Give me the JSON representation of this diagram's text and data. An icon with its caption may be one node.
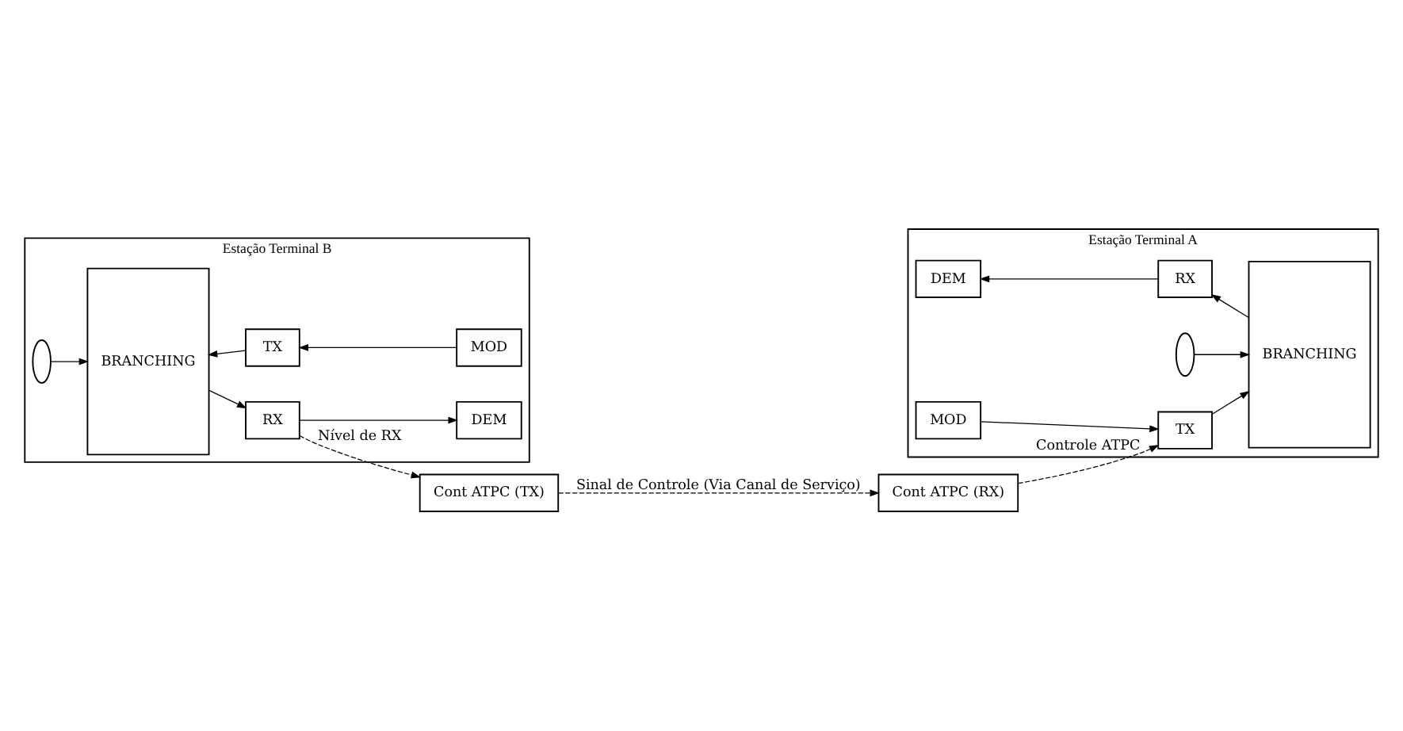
{
  "diagram": {
    "nodes": [
      {
        "text": [
          "Estação Terminal A"
        ]
      },
      {
        "text": [
          "MOD"
        ],
        "in": 0
      },
      {
        "text": [
          "TX"
        ],
        "in": 0
      },
      {
        "text": [
          "BRANCHING"
        ],
        "in": 0
      },
      {
        "text": [],
        "shape": "antenna",
        "in": 0
      },
      {
        "text": [
          "DEM"
        ],
        "in": 0
      },
      {
        "text": [
          "RX"
        ],
        "in": 0
      },
      {
        "text": [
          "Estação Terminal B"
        ]
      },
      {
        "text": [],
        "shape": "antenna",
        "in": 7
      },
      {
        "text": [
          "BRANCHING"
        ],
        "in": 7
      },
      {
        "text": [
          "RX"
        ],
        "in": 7
      },
      {
        "text": [
          "DEM"
        ],
        "in": 7
      },
      {
        "text": [
          "TX"
        ],
        "in": 7
      },
      {
        "text": [
          "MOD"
        ],
        "in": 7
      },
      {
        "text": [
          "Cont ATPC (RX)"
        ]
      },
      {
        "text": [
          "Cont ATPC (TX)"
        ]
      }
    ],
    "edges": [
      {
        "from": 1,
        "to": 2,
        "arrow": "to"
      },
      {
        "from": 2,
        "to": 3,
        "arrow": "to"
      },
      {
        "from": 4,
        "to": 3,
        "arrow": "to"
      },
      {
        "from": 3,
        "to": 6,
        "arrow": "to"
      },
      {
        "from": 6,
        "to": 5,
        "arrow": "to"
      },
      {
        "from": 14,
        "to": 2,
        "arrow": "to",
        "style": "dashed",
        "label": "Controle ATPC"
      },
      {
        "from": 8,
        "to": 9,
        "arrow": "to"
      },
      {
        "from": 9,
        "to": 10,
        "arrow": "to"
      },
      {
        "from": 10,
        "to": 11,
        "arrow": "to"
      },
      {
        "from": 13,
        "to": 12,
        "arrow": "to"
      },
      {
        "from": 12,
        "to": 9,
        "arrow": "to"
      },
      {
        "from": 10,
        "to": 15,
        "arrow": "to",
        "style": "dashed",
        "label": "Nível de RX"
      },
      {
        "from": 15,
        "to": 14,
        "arrow": "to",
        "style": "dashed",
        "label": "Sinal de Controle (Via Canal de Serviço)"
      }
    ]
  }
}
